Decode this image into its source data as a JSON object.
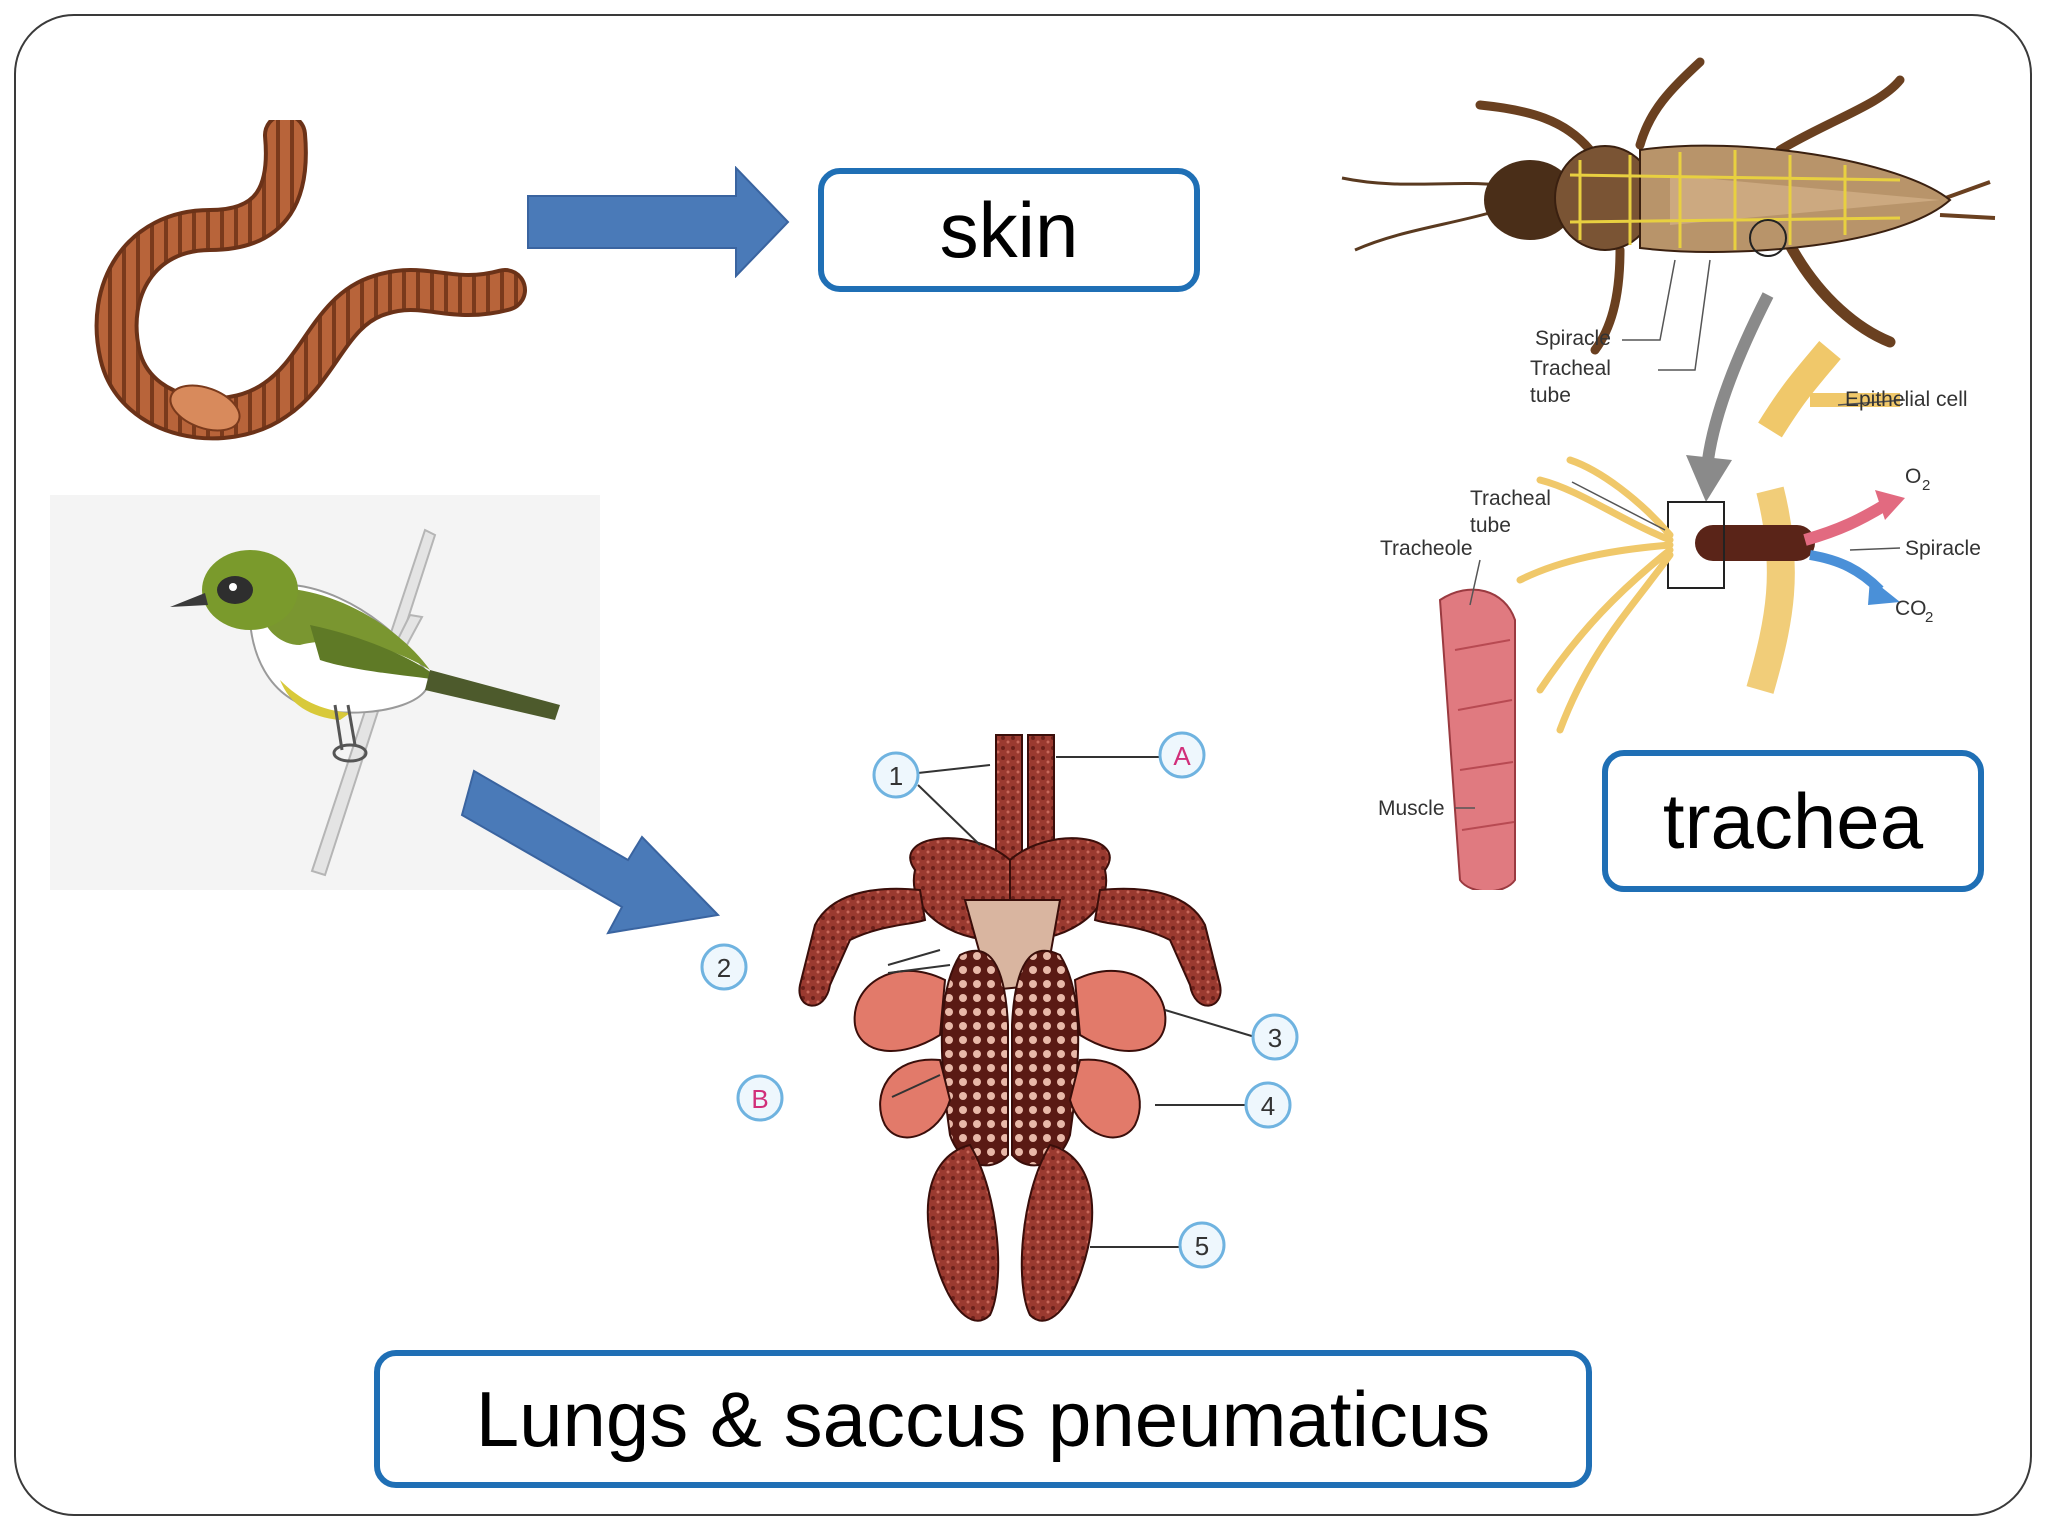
{
  "labels": {
    "skin": "skin",
    "trachea": "trachea",
    "lungs": "Lungs & saccus pneumaticus"
  },
  "insect_diagram": {
    "spiracle_top": "Spiracle",
    "tracheal_tube_top_1": "Tracheal",
    "tracheal_tube_top_2": "tube",
    "epithelial_cell": "Epithelial cell",
    "o2": "O",
    "o2_sub": "2",
    "tracheal_tube_mid_1": "Tracheal",
    "tracheal_tube_mid_2": "tube",
    "tracheole": "Tracheole",
    "spiracle_right": "Spiracle",
    "co2": "CO",
    "co2_sub": "2",
    "muscle": "Muscle"
  },
  "bird_lung_diagram": {
    "markers": [
      "1",
      "A",
      "2",
      "3",
      "B",
      "4",
      "5"
    ]
  },
  "colors": {
    "arrow": "#4a7ab8",
    "box_border": "#1f6fb5",
    "frame": "#3a3a3a",
    "marker_ring": "#6fb3e0",
    "marker_letter": "#d12f7a"
  }
}
